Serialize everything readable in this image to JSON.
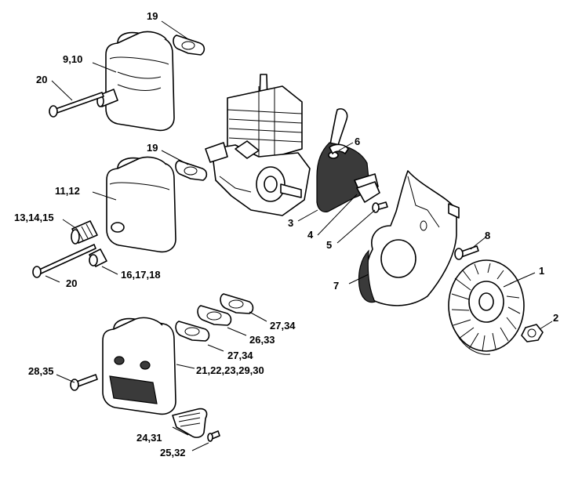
{
  "callouts": {
    "c1": "1",
    "c2": "2",
    "c3": "3",
    "c4": "4",
    "c5": "5",
    "c6": "6",
    "c7": "7",
    "c8": "8",
    "c19a": "19",
    "c19b": "19",
    "c9_10": "9,10",
    "c11_12": "11,12",
    "c13_15": "13,14,15",
    "c16_18": "16,17,18",
    "c20a": "20",
    "c20b": "20",
    "c21_30": "21,22,23,29,30",
    "c24_31": "24,31",
    "c25_32": "25,32",
    "c26_33": "26,33",
    "c27_34a": "27,34",
    "c27_34b": "27,34",
    "c28_35": "28,35"
  }
}
